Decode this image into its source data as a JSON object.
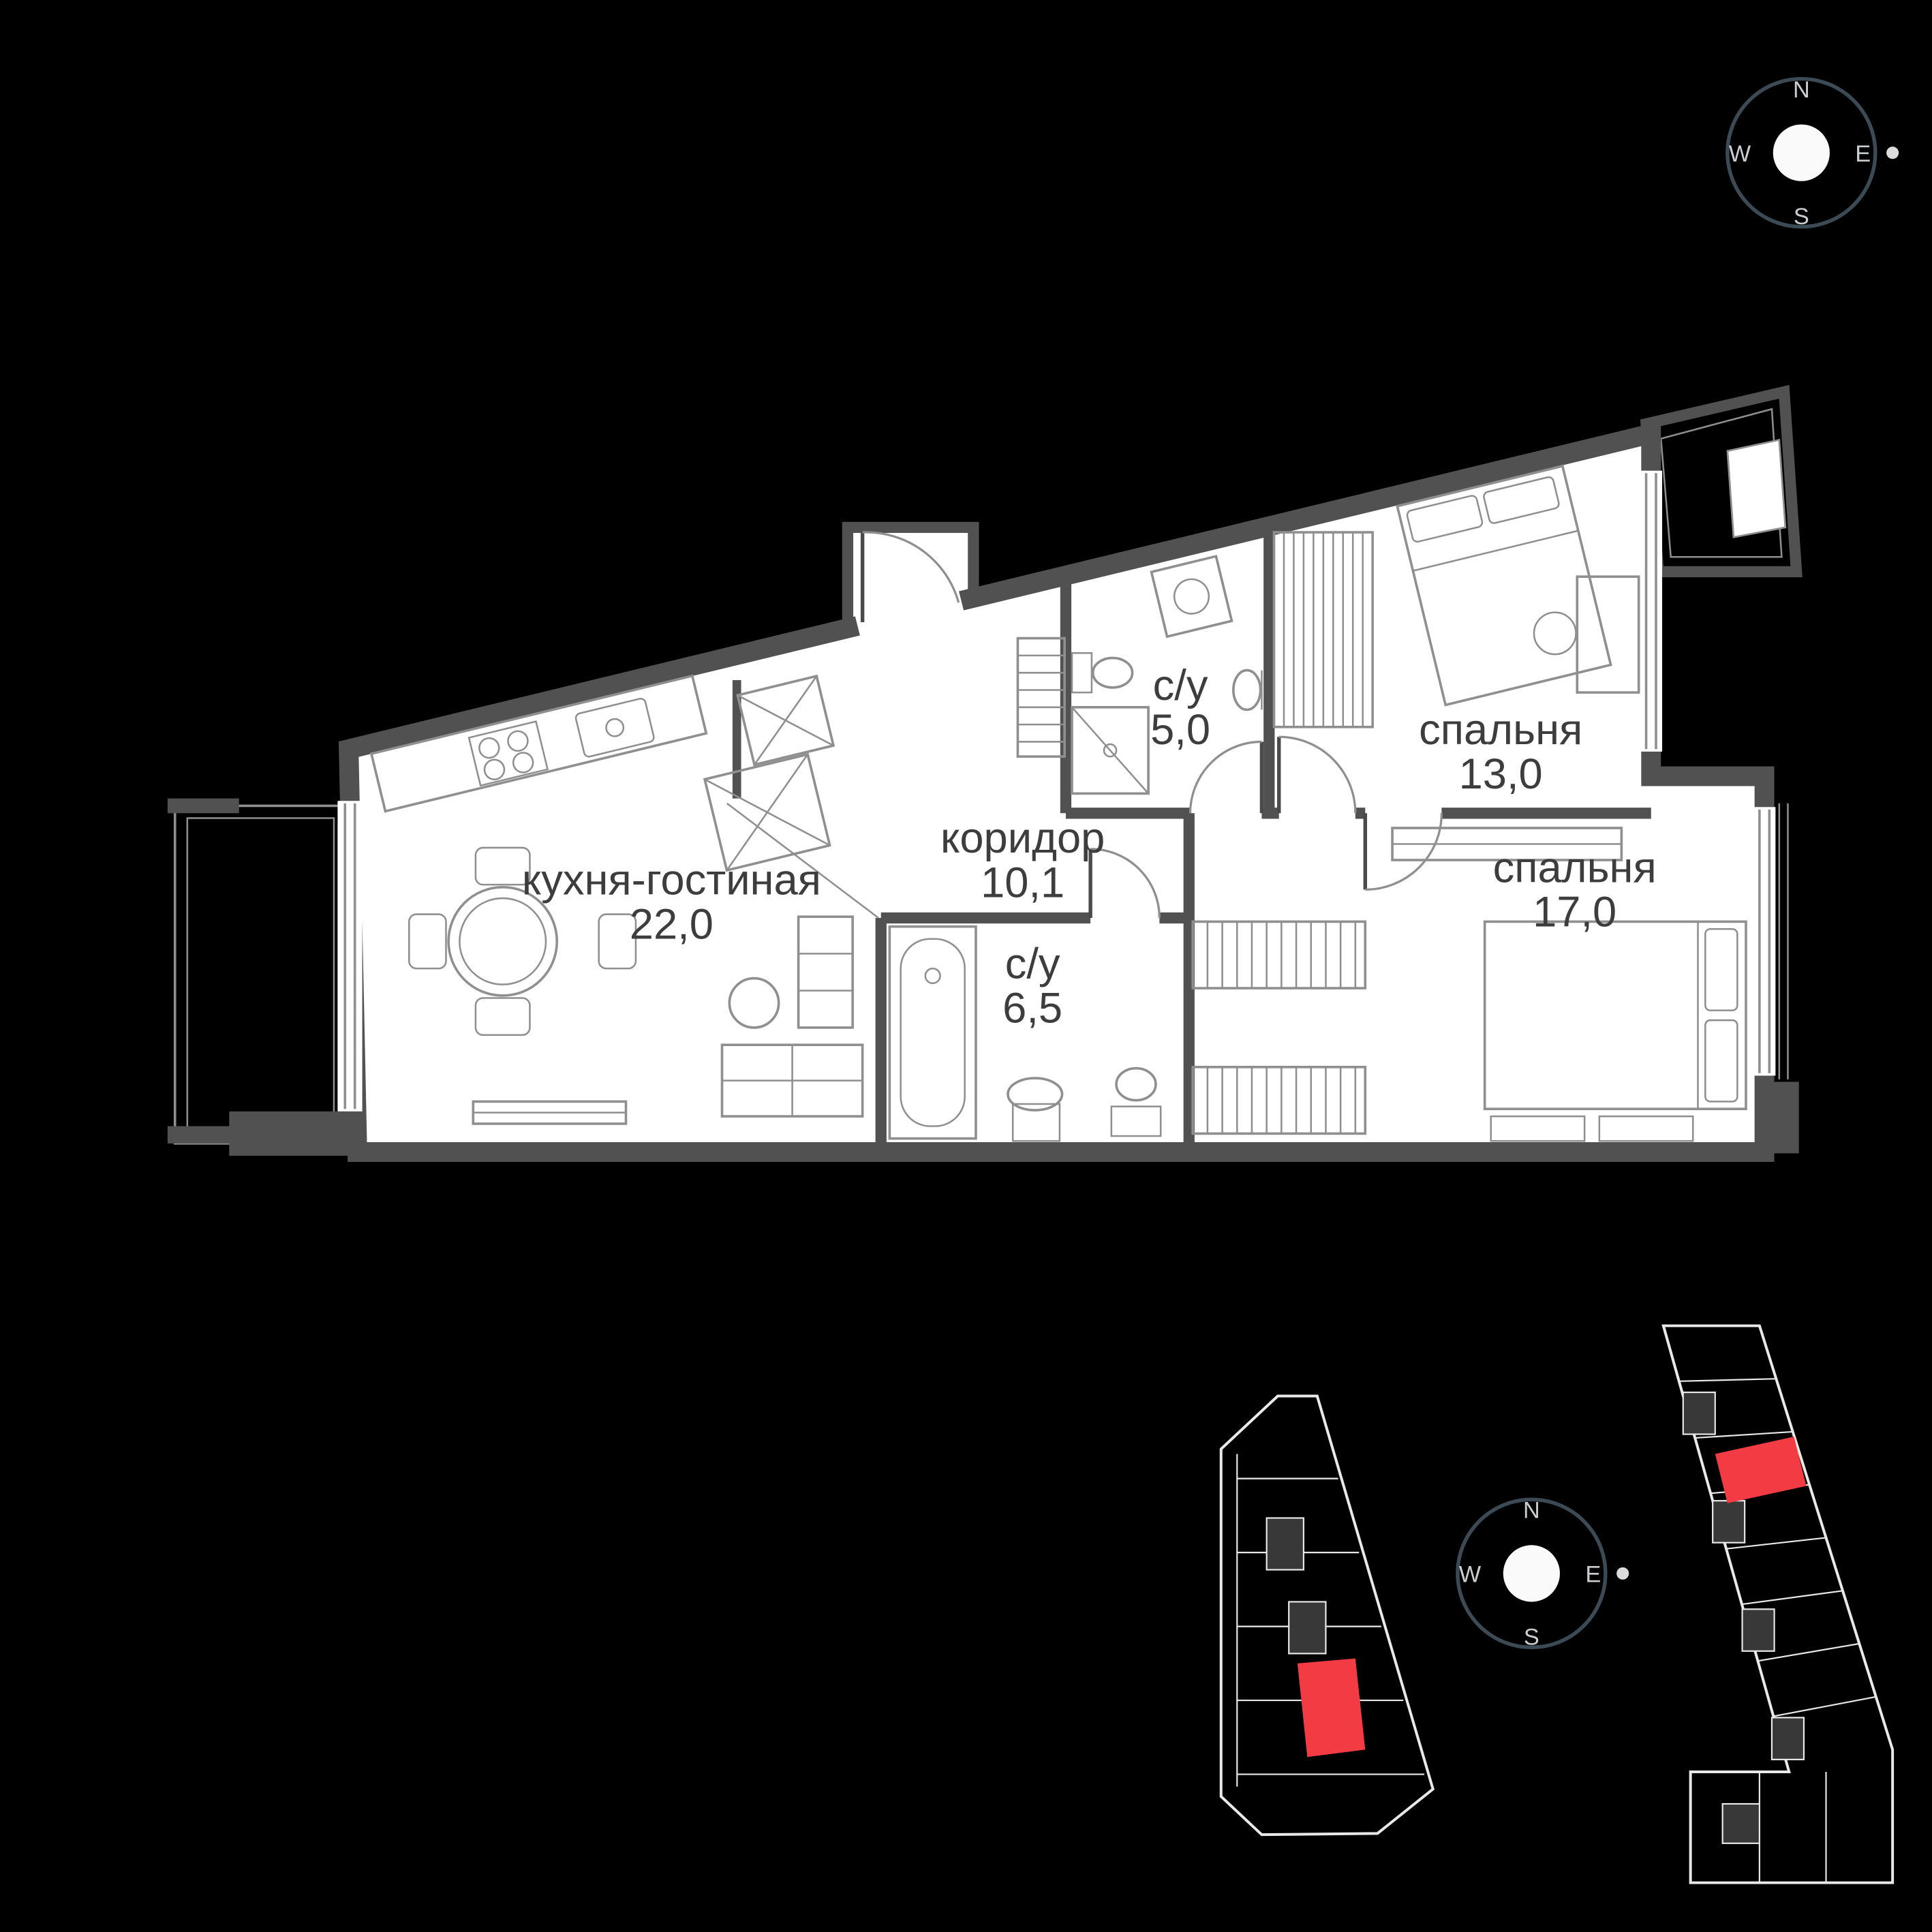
{
  "page": {
    "type": "apartment-floor-plan"
  },
  "rooms": [
    {
      "name": "кухня-гостиная",
      "area": "22,0"
    },
    {
      "name": "коридор",
      "area": "10,1"
    },
    {
      "name": "с/у",
      "area": "5,0"
    },
    {
      "name": "с/у",
      "area": "6,5"
    },
    {
      "name": "спальня",
      "area": "13,0"
    },
    {
      "name": "спальня",
      "area": "17,0"
    }
  ],
  "compass_top": {
    "n": "N",
    "w": "W",
    "e": "E",
    "s": "S"
  },
  "compass_bottom": {
    "n": "N",
    "w": "W",
    "e": "E",
    "s": "S"
  },
  "colors": {
    "background": "#000000",
    "wall": "#515151",
    "furniture_line": "#8f8f8f",
    "label": "#3d3d3d",
    "highlight": "#f23b43",
    "minimap_line": "#e9e9e9",
    "compass_ring": "#3b4a54",
    "compass_letter": "#c9ced1"
  }
}
